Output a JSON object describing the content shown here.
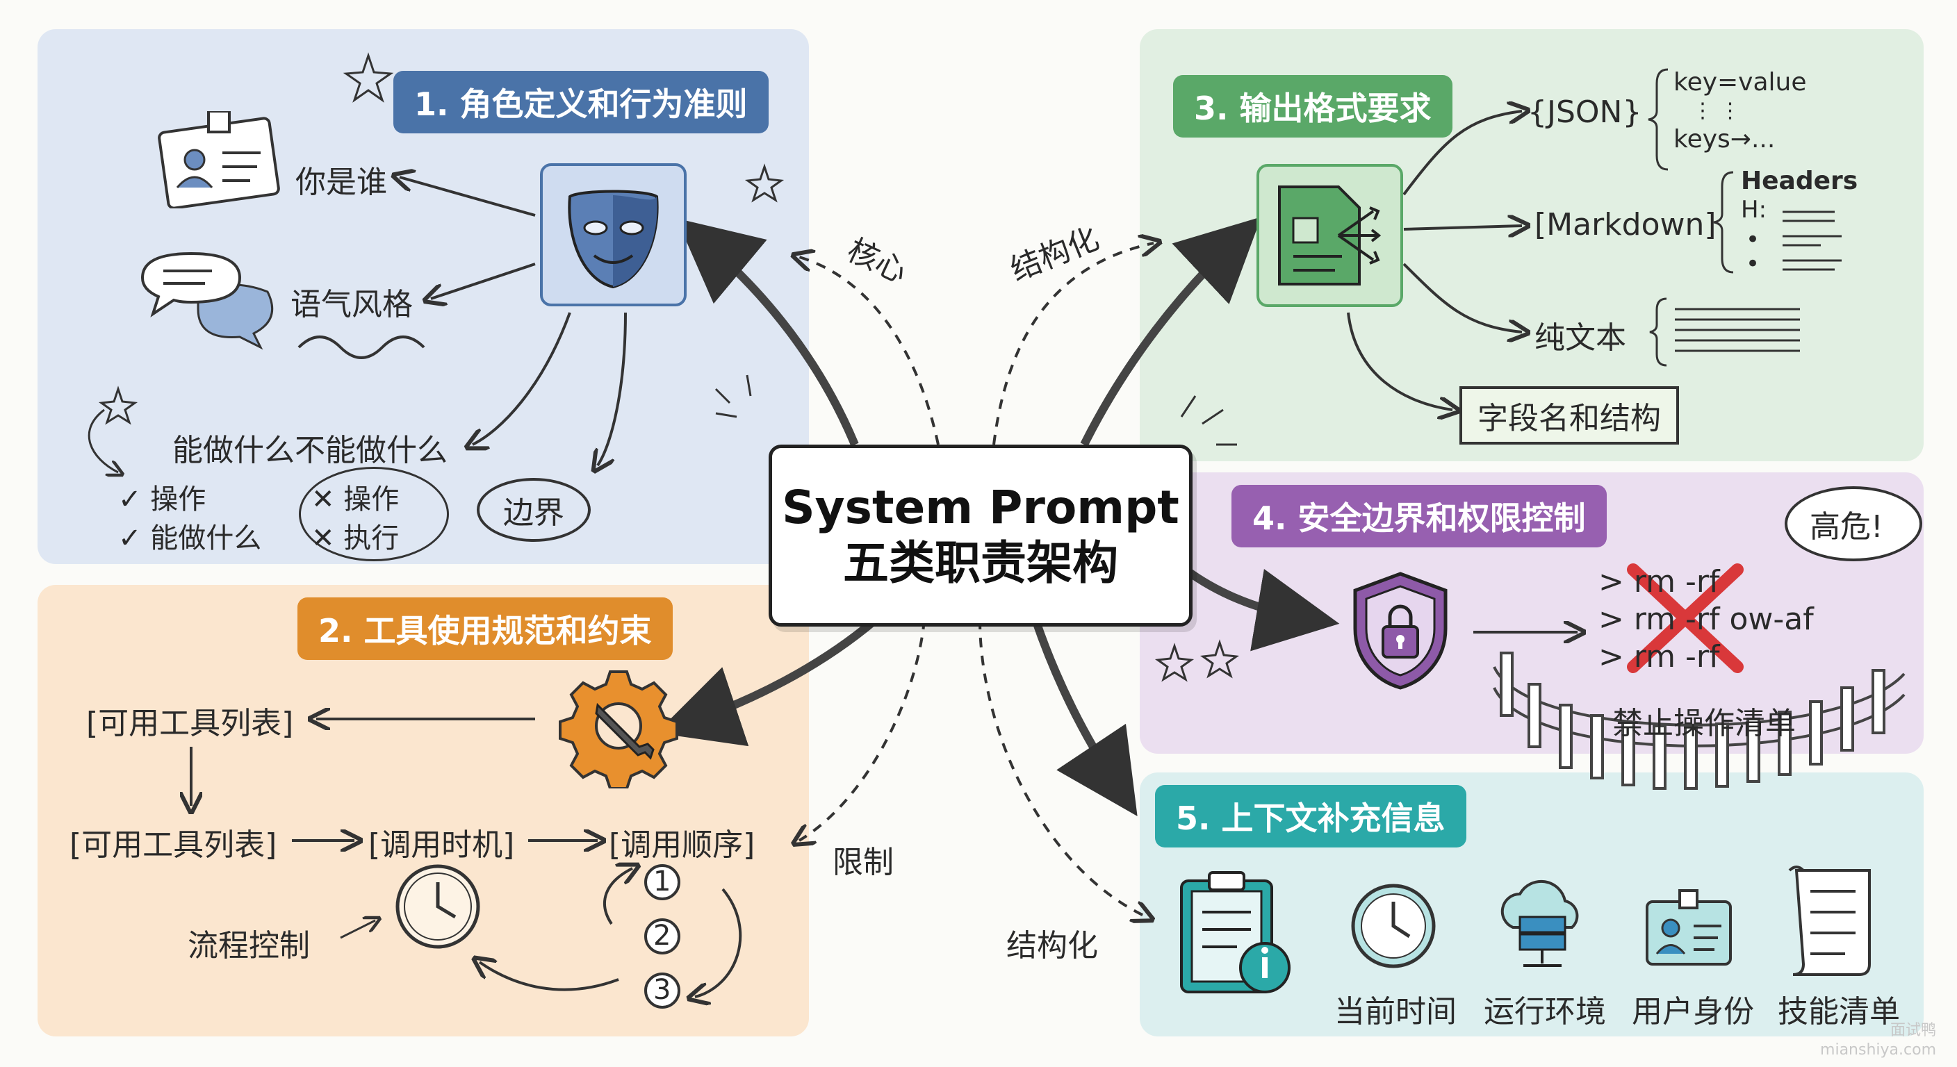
{
  "center": {
    "line1": "System Prompt",
    "line2": "五类职责架构"
  },
  "connectors": {
    "core": "核心",
    "structured_top": "结构化",
    "limit": "限制",
    "structured_bottom": "结构化"
  },
  "section1": {
    "title": "1. 角色定义和行为准则",
    "who": "你是谁",
    "tone": "语气风格",
    "can_cannot": "能做什么不能做什么",
    "allowed": [
      "操作",
      "能做什么"
    ],
    "forbidden": [
      "操作",
      "执行"
    ],
    "boundary": "边界"
  },
  "section2": {
    "title": "2. 工具使用规范和约束",
    "tool_list_top": "[可用工具列表]",
    "tool_list": "[可用工具列表]",
    "timing": "[调用时机]",
    "order": "[调用顺序]",
    "flow_control": "流程控制",
    "steps": [
      "1",
      "2",
      "3"
    ]
  },
  "section3": {
    "title": "3. 输出格式要求",
    "json": "{JSON}",
    "json_key": "key=value",
    "json_dots": "⋮            ⋮",
    "json_keys": "keys→...",
    "markdown": "[Markdown]",
    "md_headers": "Headers",
    "md_h": "H:",
    "plain": "纯文本",
    "fields": "字段名和结构"
  },
  "section4": {
    "title": "4. 安全边界和权限控制",
    "danger": "高危!",
    "cmd1": "> rm -rf",
    "cmd2": "> rm -rf ow-af",
    "cmd3": "> rm -rf",
    "blocklist": "禁止操作清单"
  },
  "section5": {
    "title": "5. 上下文补充信息",
    "items": [
      "当前时间",
      "运行环境",
      "用户身份",
      "技能清单"
    ]
  },
  "watermark": {
    "line1": "面试鸭",
    "line2": "mianshiya.com"
  },
  "colors": {
    "blue": "#4a73a8",
    "orange": "#e08d2c",
    "green": "#5aa868",
    "purple": "#9760b0",
    "teal": "#2ba9a8",
    "danger": "#d9383a"
  }
}
